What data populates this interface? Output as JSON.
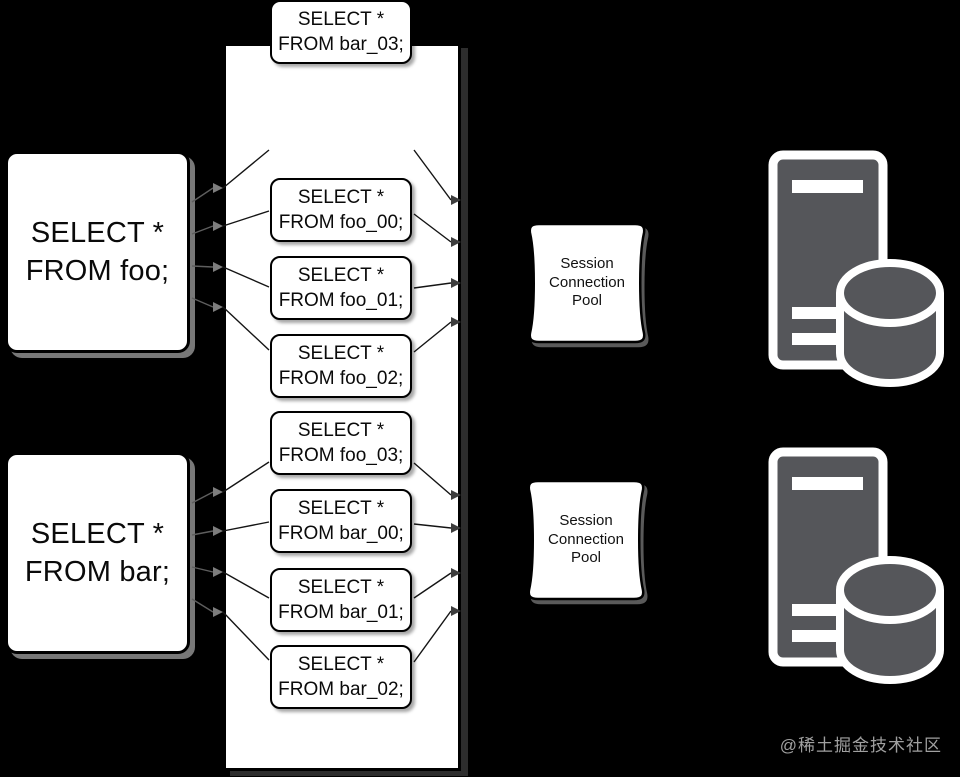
{
  "diagram": {
    "source_queries": [
      {
        "line1": "SELECT *",
        "line2": "FROM foo;"
      },
      {
        "line1": "SELECT *",
        "line2": "FROM bar;"
      }
    ],
    "shard_queries": [
      {
        "line1": "SELECT *",
        "line2": "FROM foo_00;"
      },
      {
        "line1": "SELECT *",
        "line2": "FROM foo_01;"
      },
      {
        "line1": "SELECT *",
        "line2": "FROM foo_02;"
      },
      {
        "line1": "SELECT *",
        "line2": "FROM foo_03;"
      },
      {
        "line1": "SELECT *",
        "line2": "FROM bar_00;"
      },
      {
        "line1": "SELECT *",
        "line2": "FROM bar_01;"
      },
      {
        "line1": "SELECT *",
        "line2": "FROM bar_02;"
      },
      {
        "line1": "SELECT *",
        "line2": "FROM bar_03;"
      }
    ],
    "pools": [
      {
        "line1": "Session",
        "line2": "Connection",
        "line3": "Pool"
      },
      {
        "line1": "Session",
        "line2": "Connection",
        "line3": "Pool"
      }
    ],
    "icons": [
      "database-server-icon",
      "database-server-icon"
    ],
    "watermark": "@稀土掘金技术社区",
    "colors": {
      "background": "#000000",
      "shape_fill": "#ffffff",
      "line": "#000000",
      "server_gray": "#55565a",
      "watermark_gray": "#a0a0a0"
    }
  }
}
